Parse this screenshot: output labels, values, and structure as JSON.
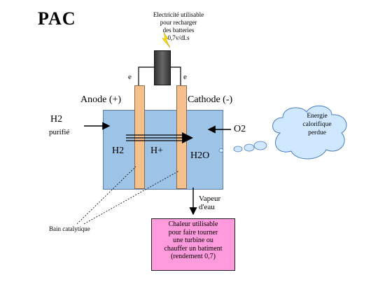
{
  "title": "PAC",
  "electricity_note": [
    "Electricité utilisable",
    "pour recharger",
    "des batteries",
    "0,7v/dl.s"
  ],
  "electron_left": "e",
  "electron_right": "e",
  "anode_label": "Anode (+)",
  "cathode_label": "Cathode (-)",
  "h2_input_lines": [
    "H2",
    "purifié"
  ],
  "o2_input": "O2",
  "left_chamber": "H2",
  "middle_ion": "H+",
  "right_chamber": "H2O",
  "cloud_lines": [
    "Energie",
    "calorifique",
    "perdue"
  ],
  "vapor_lines": [
    "Vapeur",
    "d'eau"
  ],
  "catalyst_label": "Bain catalytique",
  "box_lines": [
    "Chaleur utilisable",
    "pour faire tourner",
    "une turbine ou",
    "chauffer un batiment",
    "(rendement 0,7)"
  ],
  "colors": {
    "electrolyte": "#9dc3e6",
    "electrode": "#f6c08d",
    "box": "#ff9bdc",
    "cloud": "#cfe8ff"
  }
}
